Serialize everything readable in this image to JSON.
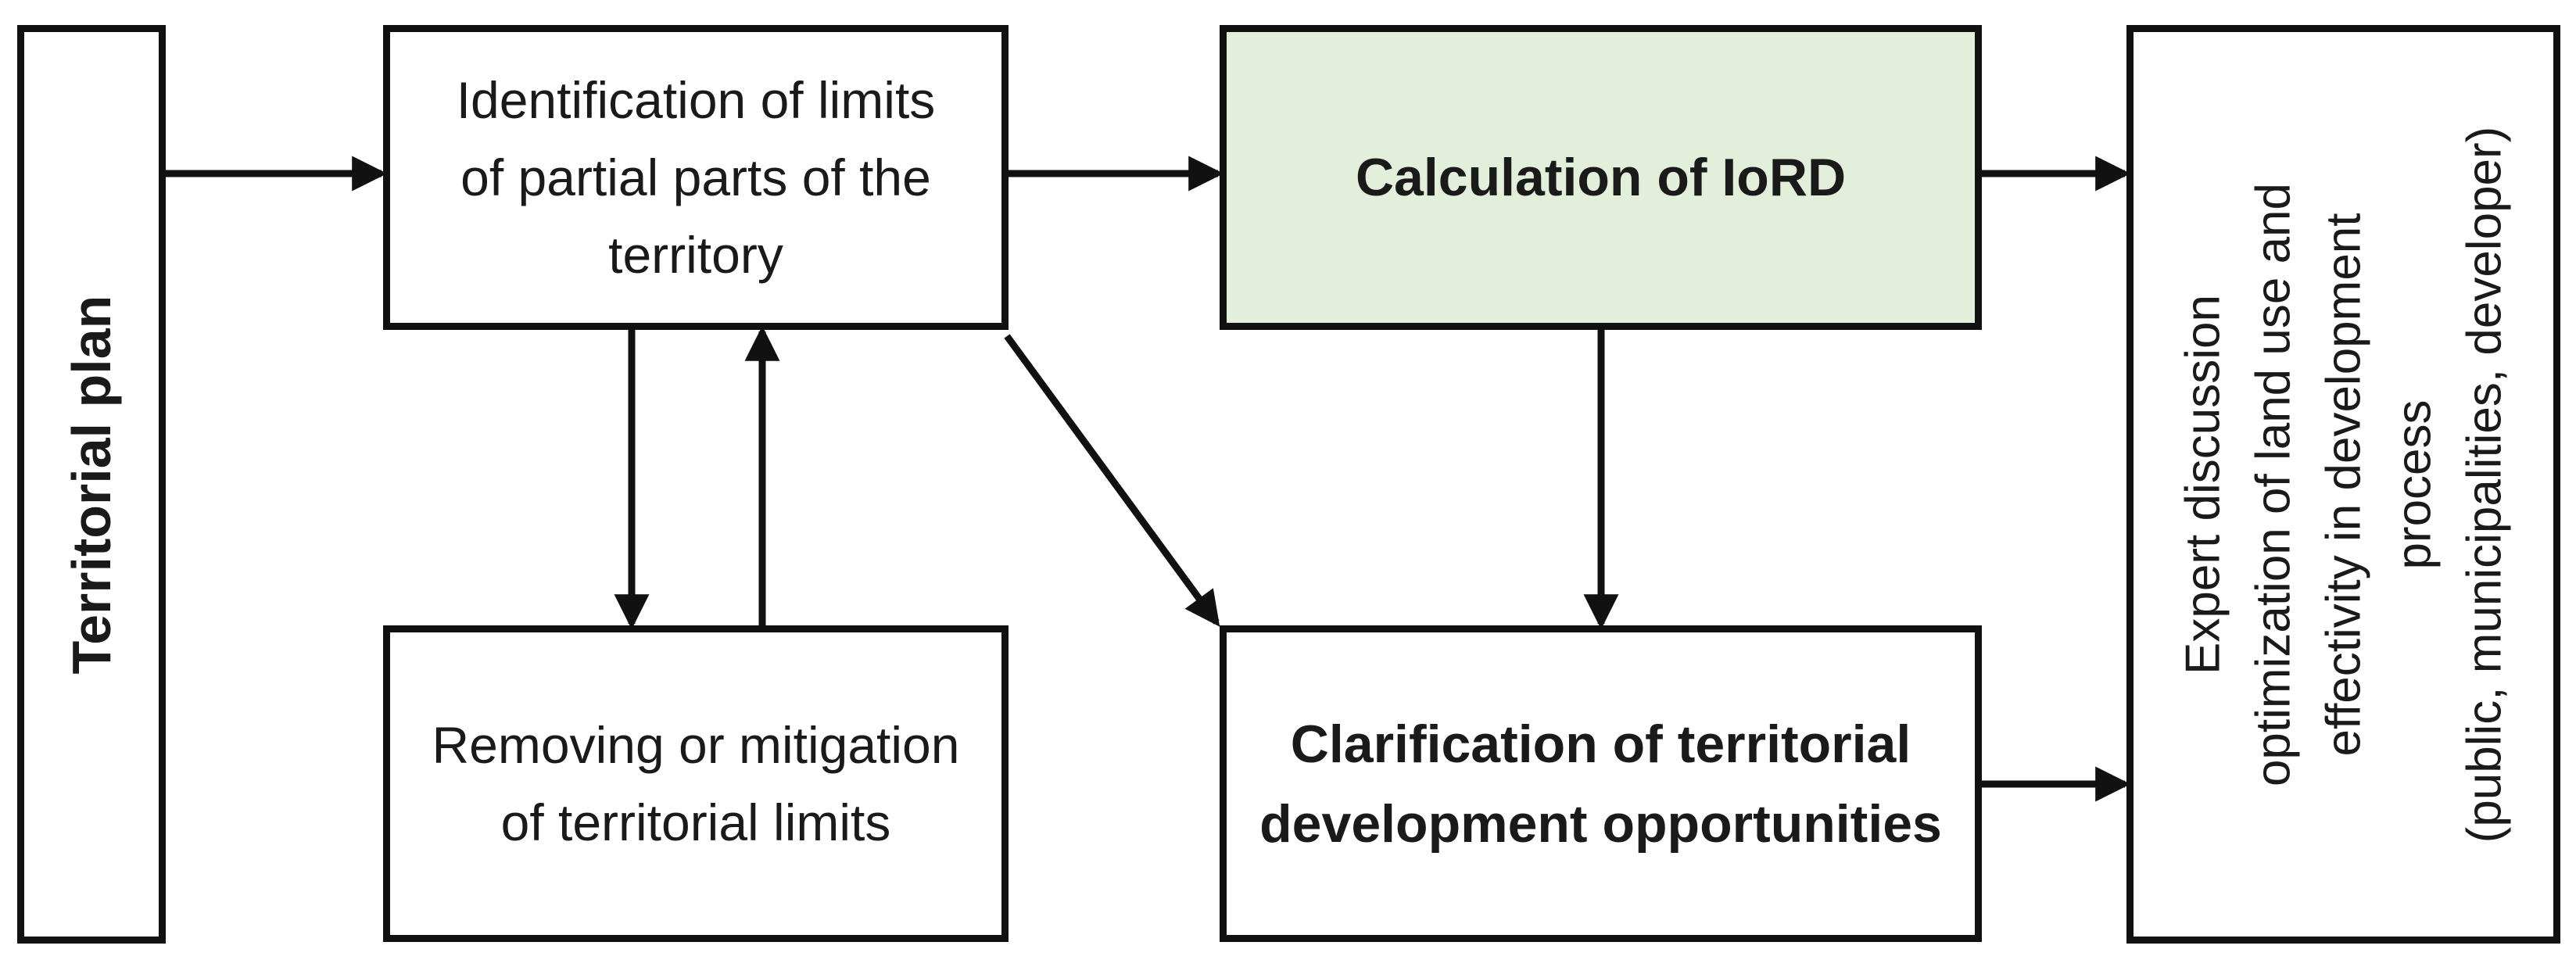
{
  "diagram": {
    "territorial_plan": "Territorial plan",
    "identification": [
      "Identification of limits",
      "of partial parts of the",
      "territory"
    ],
    "removing": [
      "Removing or mitigation",
      "of territorial limits"
    ],
    "calculation": "Calculation of IoRD",
    "clarification": [
      "Clarification of territorial",
      "development opportunities"
    ],
    "expert": [
      "Expert discussion",
      "optimization of land use and",
      "effectivity in development",
      "process",
      "(public, municipalities, developer)"
    ]
  },
  "colors": {
    "highlight_fill": "#e2efda",
    "border": "#111111"
  }
}
